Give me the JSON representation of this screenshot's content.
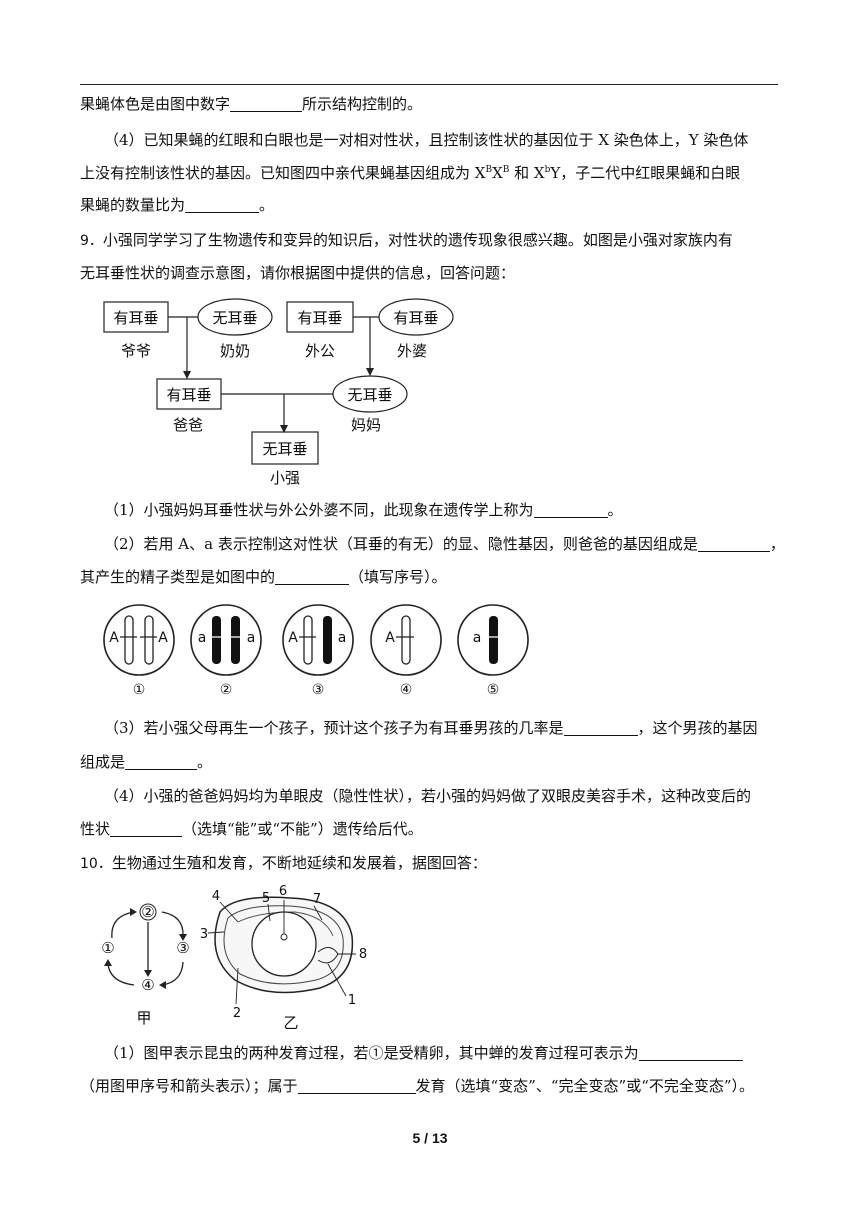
{
  "lines": {
    "l1a": "果蝇体色是由图中数字",
    "l1b": "所示结构控制的。",
    "q4_1": "（4）已知果蝇的红眼和白眼也是一对相对性状，且控制该性状的基因位于 X 染色体上，Y 染色体",
    "q4_2a": "上没有控制该性状的基因。已知图四中亲代果蝇基因组成为 X",
    "q4_2sup1": "B",
    "q4_2b": "X",
    "q4_2sup2": "B",
    "q4_2c": " 和 X",
    "q4_2sup3": "b",
    "q4_2d": "Y，子二代中红眼果蝇和白眼",
    "q4_3a": "果蝇的数量比为",
    "q4_3b": "。",
    "q9_num": "9．",
    "q9_1": "小强同学学习了生物遗传和变异的知识后，对性状的遗传现象很感兴趣。如图是小强对家族内有",
    "q9_2": "无耳垂性状的调查示意图，请你根据图中提供的信息，回答问题：",
    "q9s1a": "（1）小强妈妈耳垂性状与外公外婆不同，此现象在遗传学上称为",
    "q9s1b": "。",
    "q9s2a": "（2）若用 A、a 表示控制这对性状（耳垂的有无）的显、隐性基因，则爸爸的基因组成是",
    "q9s2b": "，",
    "q9s2c": "其产生的精子类型是如图中的",
    "q9s2d": "（填写序号）。",
    "q9s3a": "（3）若小强父母再生一个孩子，预计这个孩子为有耳垂男孩的几率是",
    "q9s3b": "，这个男孩的基因",
    "q9s3c": "组成是",
    "q9s3d": "。",
    "q9s4a": "（4）小强的爸爸妈妈均为单眼皮（隐性性状），若小强的妈妈做了双眼皮美容手术，这种改变后的",
    "q9s4b": "性状",
    "q9s4c": "（选填“能”或“不能”）遗传给后代。",
    "q10_num": "10．",
    "q10_1": "生物通过生殖和发育，不断地延续和发展着，据图回答：",
    "q10s1a": "（1）图甲表示昆虫的两种发育过程，若",
    "q10s1circ": "①",
    "q10s1b": "是受精卵，其中蝉的发育过程可表示为",
    "q10s2a": "（用图甲序号和箭头表示）；属于",
    "q10s2b": "发育（选填“变态”、“完全变态”或“不完全变态”）。"
  },
  "pedigree": {
    "grandpa_box": "有耳垂",
    "grandpa": "爷爷",
    "grandma_box": "无耳垂",
    "grandma": "奶奶",
    "maternal_grandpa_box": "有耳垂",
    "maternal_grandpa": "外公",
    "maternal_grandma_box": "有耳垂",
    "maternal_grandma": "外婆",
    "dad_box": "有耳垂",
    "dad": "爸爸",
    "mom_box": "无耳垂",
    "mom": "妈妈",
    "child_box": "无耳垂",
    "child": "小强"
  },
  "cells": [
    {
      "num": "①",
      "left": "A",
      "right": "A"
    },
    {
      "num": "②",
      "left": "a",
      "right": "a"
    },
    {
      "num": "③",
      "left": "A",
      "right": "a"
    },
    {
      "num": "④",
      "left": "A"
    },
    {
      "num": "⑤",
      "left": "a"
    }
  ],
  "cycle": {
    "n1": "①",
    "n2": "②",
    "n3": "③",
    "n4": "④",
    "label": "甲"
  },
  "egg": {
    "n1": "1",
    "n2": "2",
    "n3": "3",
    "n4": "4",
    "n5": "5",
    "n6": "6",
    "n7": "7",
    "n8": "8",
    "label": "乙"
  },
  "footer": "5 / 13"
}
